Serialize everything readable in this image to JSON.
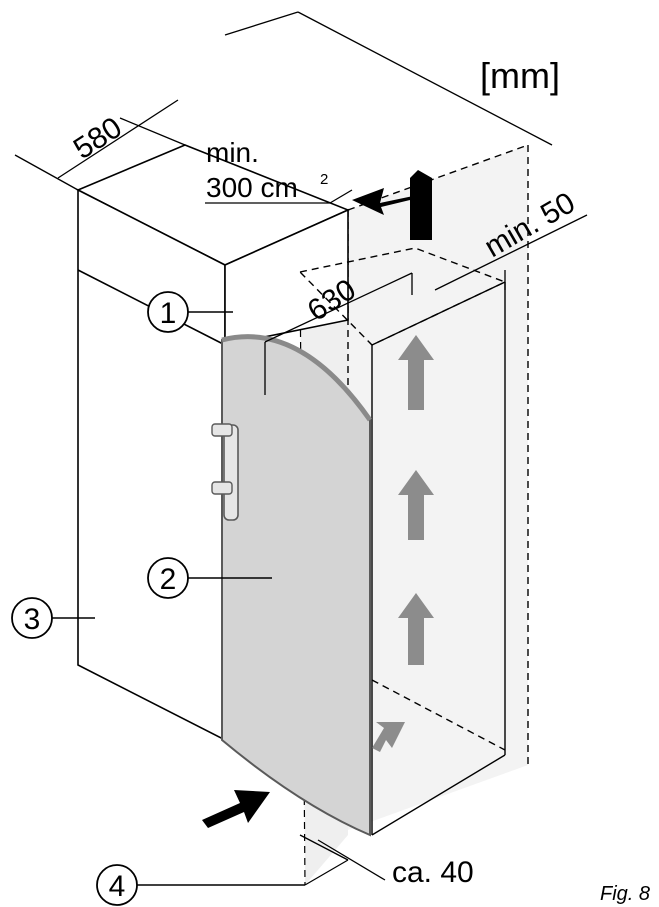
{
  "units": "[mm]",
  "figure_label": "Fig. 8",
  "vent_label": {
    "line1": "min.",
    "line2": "300 cm",
    "sup": "2"
  },
  "dimensions": {
    "width_niche": "580",
    "depth": "630",
    "top_gap": "min. 50",
    "bottom_gap": "ca. 40"
  },
  "callouts": [
    "1",
    "2",
    "3",
    "4"
  ],
  "colors": {
    "line": "#000000",
    "appliance": "#d4d4d4",
    "appliance_edge": "#5a5a5a",
    "airflow_arrow": "#8c8c8c",
    "inflow_arrow": "#000000",
    "ventilation_shaft": "#f2f2f2"
  }
}
